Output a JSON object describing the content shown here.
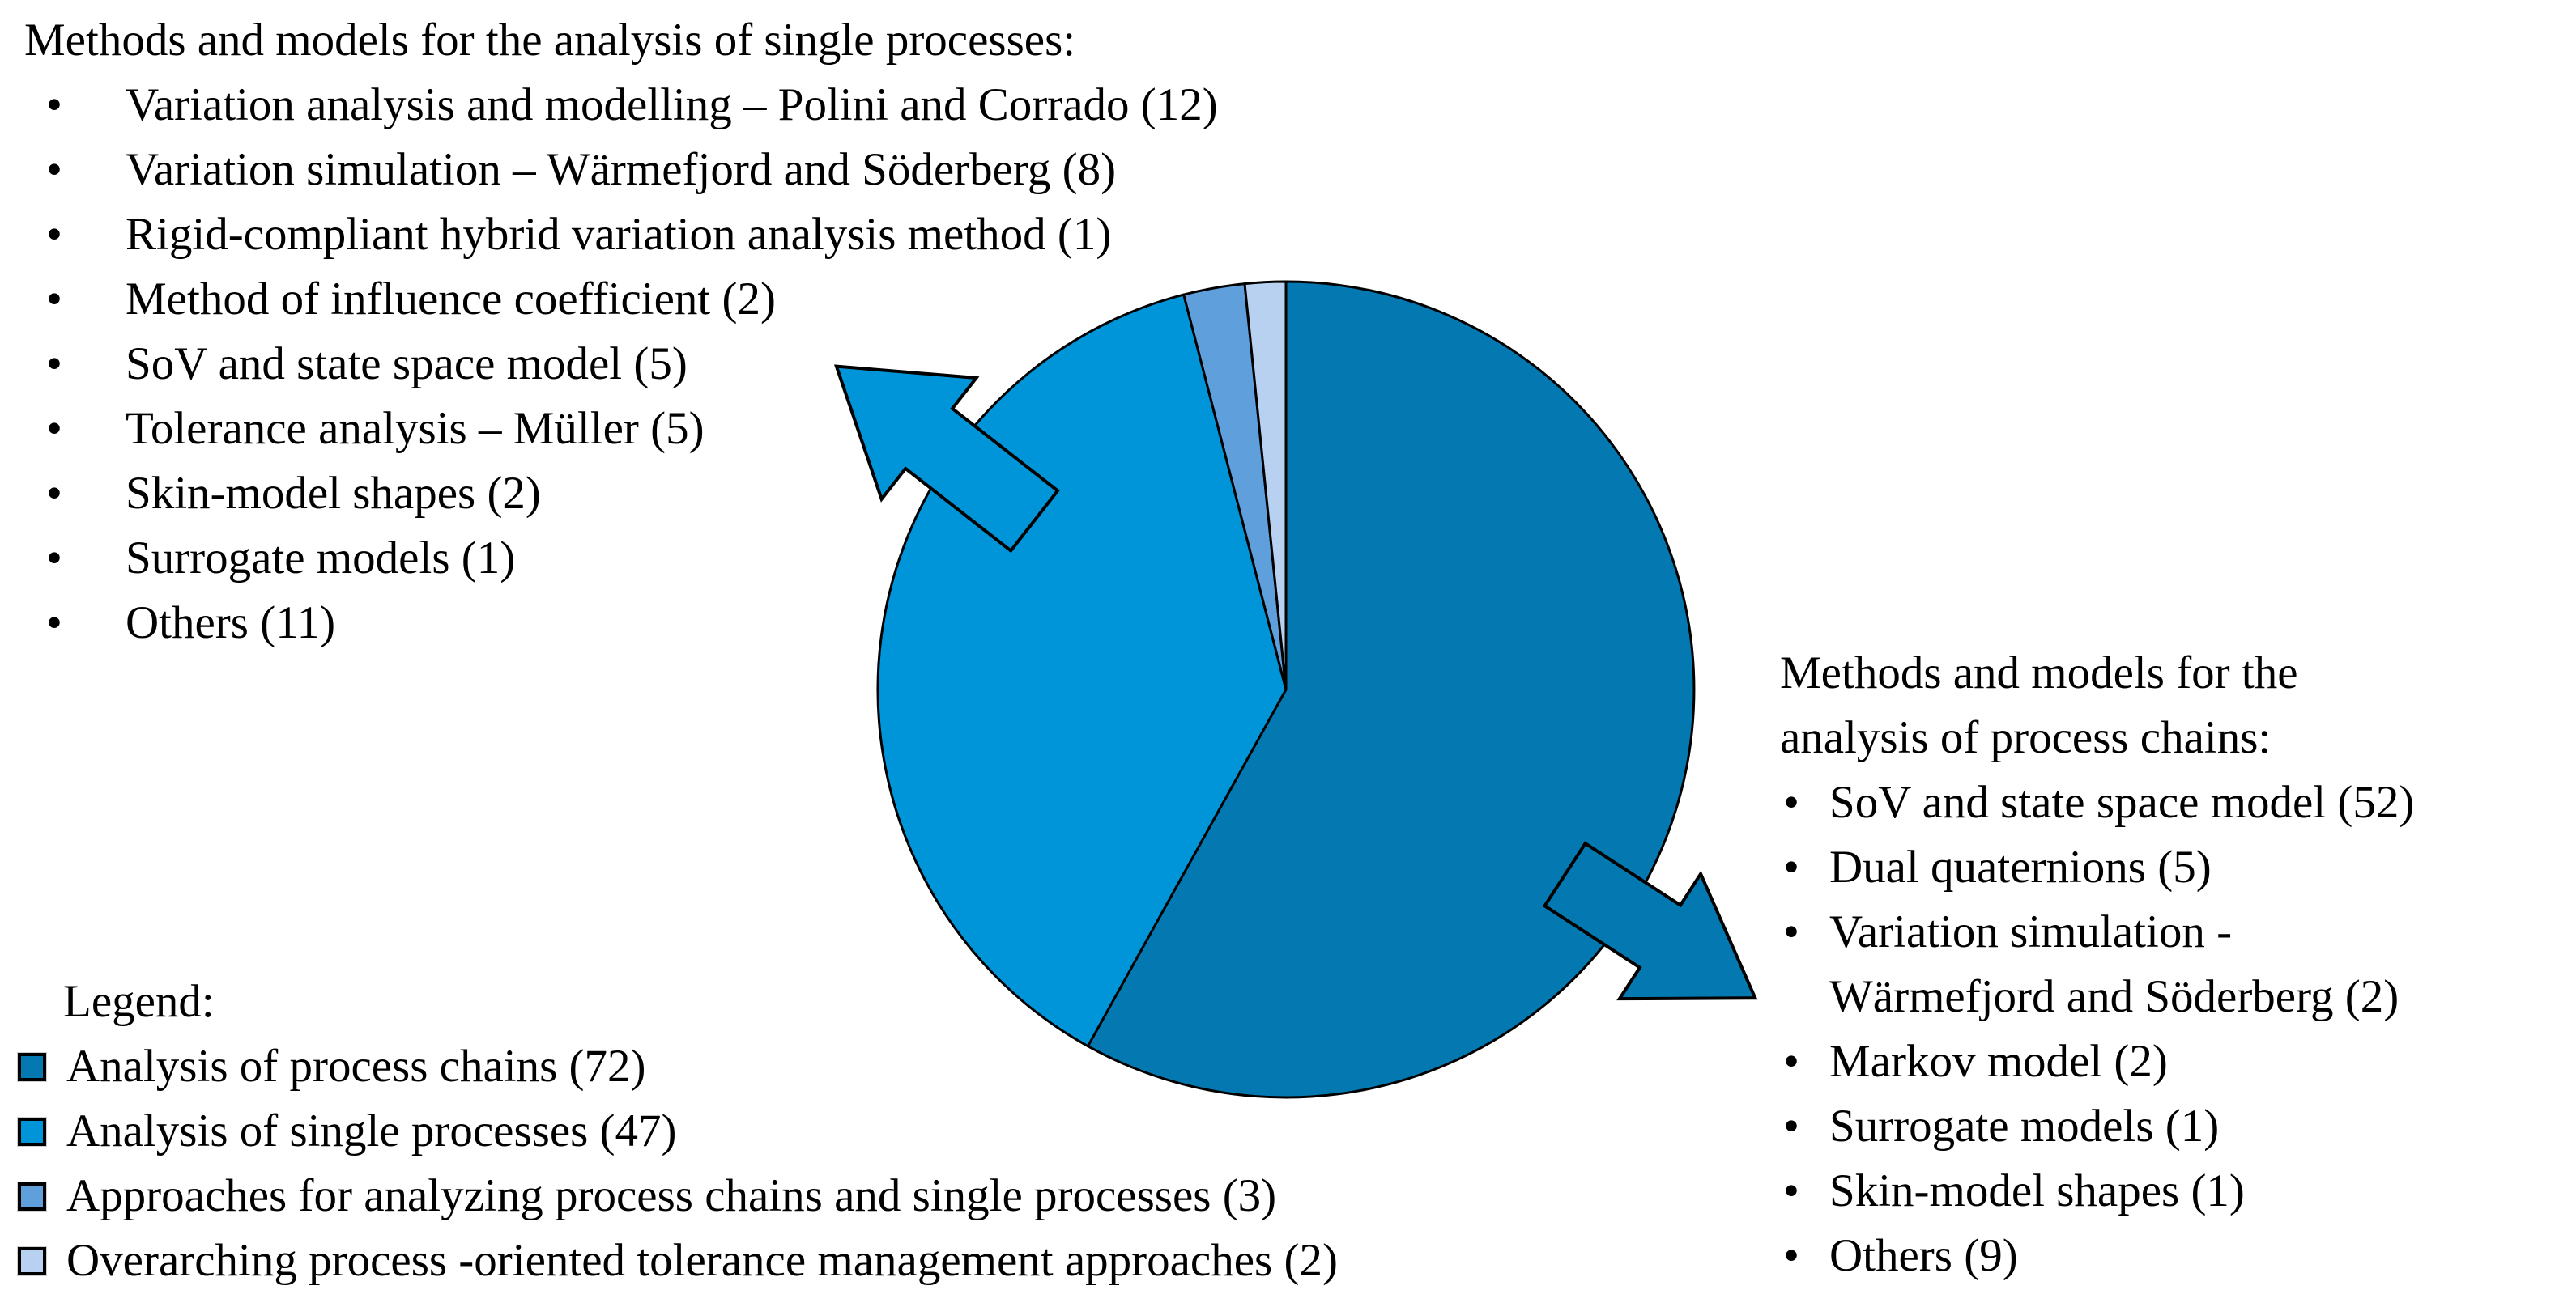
{
  "bullet_char": "•",
  "left_panel": {
    "title": "Methods and models for the analysis of single processes:",
    "items": [
      "Variation analysis and modelling – Polini and Corrado (12)",
      "Variation simulation – Wärmefjord and Söderberg (8)",
      "Rigid-compliant hybrid variation analysis method (1)",
      "Method of influence coefficient (2)",
      "SoV and state space model (5)",
      "Tolerance analysis – Müller (5)",
      "Skin-model shapes (2)",
      "Surrogate models (1)",
      "Others (11)"
    ]
  },
  "right_panel": {
    "title": "Methods and models for the\nanalysis of process chains:",
    "items": [
      "SoV and state space model (52)",
      "Dual quaternions (5)",
      "Variation simulation -\nWärmefjord and Söderberg (2)",
      "Markov model (2)",
      "Surrogate models (1)",
      "Skin-model shapes (1)",
      "Others (9)"
    ]
  },
  "legend": {
    "title": "Legend:",
    "items": [
      {
        "label": "Analysis of process chains (72)",
        "color": "#0478b0"
      },
      {
        "label": "Analysis of single processes (47)",
        "color": "#0095d8"
      },
      {
        "label": "Approaches for analyzing process chains and single processes (3)",
        "color": "#5f9fdb"
      },
      {
        "label": "Overarching process -oriented tolerance management approaches (2)",
        "color": "#b8d1f0"
      }
    ]
  },
  "chart_data": {
    "type": "pie",
    "title": "",
    "categories": [
      "Analysis of process chains",
      "Analysis of single processes",
      "Approaches for analyzing process chains and single processes",
      "Overarching process -oriented tolerance management approaches"
    ],
    "values": [
      72,
      47,
      3,
      2
    ],
    "total": 124,
    "colors": [
      "#0478b0",
      "#0095d8",
      "#5f9fdb",
      "#b8d1f0"
    ],
    "start_angle_deg": 0,
    "direction": "clockwise",
    "outline_color": "#000000",
    "legend_position": "bottom-left",
    "annotations": [
      "arrow from single-processes slice to upper-left list",
      "arrow from process-chains slice to lower-right list"
    ]
  }
}
